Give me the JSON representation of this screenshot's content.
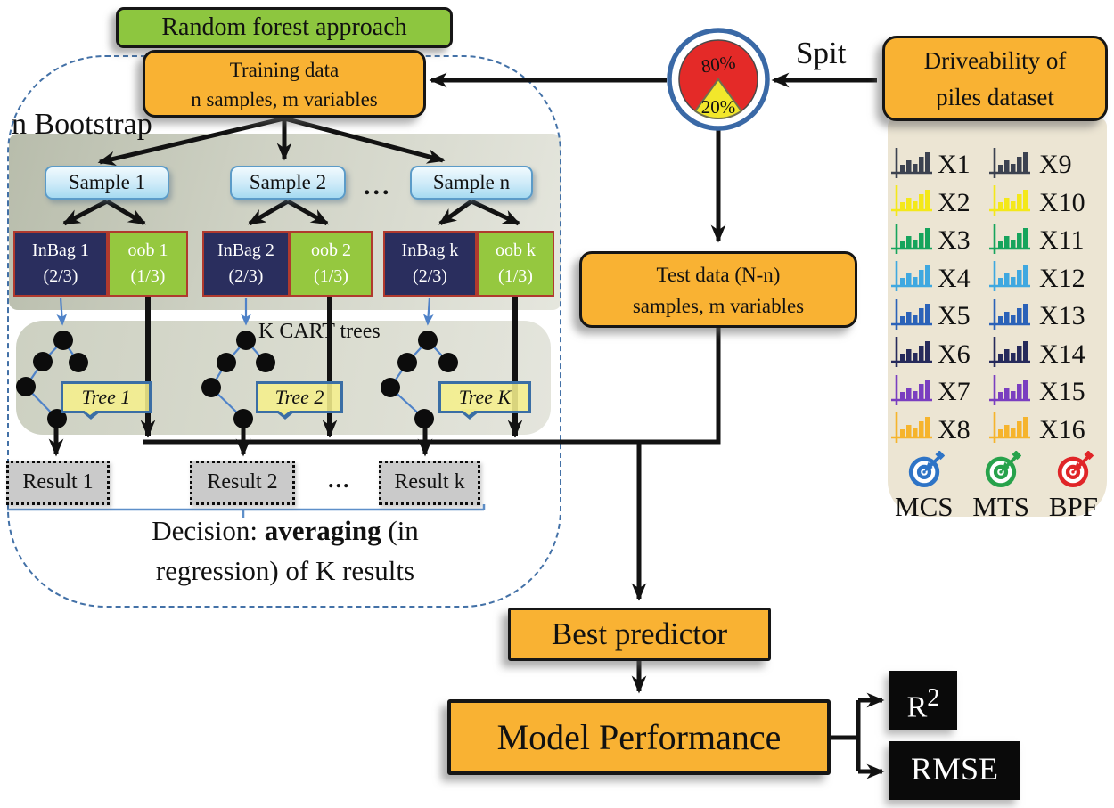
{
  "header": {
    "title": "Random forest approach"
  },
  "training_box": {
    "line1": "Training data",
    "line2": "n samples, m variables"
  },
  "bootstrap": {
    "label": "n Bootstrap",
    "samples": [
      {
        "label": "Sample 1"
      },
      {
        "label": "Sample 2"
      },
      {
        "label": "Sample n"
      }
    ],
    "samples_ellipsis": "...",
    "bags": [
      {
        "inbag_name": "InBag 1",
        "inbag_frac": "(2/3)",
        "oob_name": "oob 1",
        "oob_frac": "(1/3)"
      },
      {
        "inbag_name": "InBag 2",
        "inbag_frac": "(2/3)",
        "oob_name": "oob 2",
        "oob_frac": "(1/3)"
      },
      {
        "inbag_name": "InBag k",
        "inbag_frac": "(2/3)",
        "oob_name": "oob k",
        "oob_frac": "(1/3)"
      }
    ],
    "cart_label": "K CART trees",
    "trees": [
      {
        "label": "Tree 1"
      },
      {
        "label": "Tree 2"
      },
      {
        "label": "Tree K"
      }
    ],
    "results": [
      {
        "label": "Result 1"
      },
      {
        "label": "Result 2"
      },
      {
        "label": "Result k"
      }
    ],
    "results_ellipsis": "...",
    "decision": {
      "prefix": "Decision: ",
      "bold": "averaging",
      "suffix": " (in",
      "line2": "regression) of K results"
    }
  },
  "split": {
    "label": "Spit",
    "pie": {
      "top_pct": "80%",
      "bottom_pct": "20%",
      "top_color": "#e42a28",
      "bottom_color": "#f2e72b",
      "ring_color": "#3a69a6"
    }
  },
  "dataset": {
    "box_line1": "Driveability of",
    "box_line2": "piles dataset",
    "features_left": [
      {
        "label": "X1",
        "color": "#3c4250"
      },
      {
        "label": "X2",
        "color": "#f4e819"
      },
      {
        "label": "X3",
        "color": "#16a45c"
      },
      {
        "label": "X4",
        "color": "#3fa8e0"
      },
      {
        "label": "X5",
        "color": "#2b62b8"
      },
      {
        "label": "X6",
        "color": "#262a5b"
      },
      {
        "label": "X7",
        "color": "#7a3ec0"
      },
      {
        "label": "X8",
        "color": "#f6b42c"
      }
    ],
    "features_right": [
      {
        "label": "X9",
        "color": "#3c4250"
      },
      {
        "label": "X10",
        "color": "#f4e819"
      },
      {
        "label": "X11",
        "color": "#16a45c"
      },
      {
        "label": "X12",
        "color": "#3fa8e0"
      },
      {
        "label": "X13",
        "color": "#2b62b8"
      },
      {
        "label": "X14",
        "color": "#262a5b"
      },
      {
        "label": "X15",
        "color": "#7a3ec0"
      },
      {
        "label": "X16",
        "color": "#f6b42c"
      }
    ],
    "targets": [
      {
        "label": "MCS",
        "color": "#2e74c6"
      },
      {
        "label": "MTS",
        "color": "#27a24b"
      },
      {
        "label": "BPF",
        "color": "#e02528"
      }
    ]
  },
  "test_box": {
    "line1": "Test data (N-n)",
    "line2": "samples, m variables"
  },
  "flow": {
    "best_predictor": "Best predictor",
    "model_performance": "Model Performance"
  },
  "metrics": {
    "r2_base": "R",
    "r2_sup": "2",
    "rmse": "RMSE"
  }
}
